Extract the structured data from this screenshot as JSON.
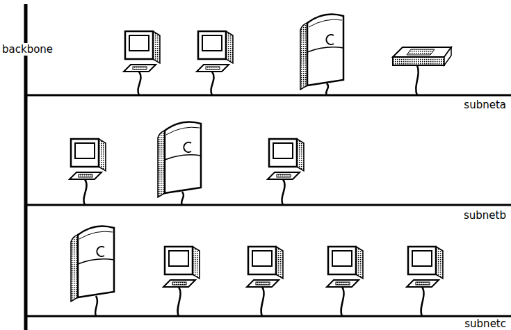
{
  "diagram": {
    "labels": [
      "backbone",
      "subneta",
      "subnetb",
      "subnetc"
    ]
  }
}
